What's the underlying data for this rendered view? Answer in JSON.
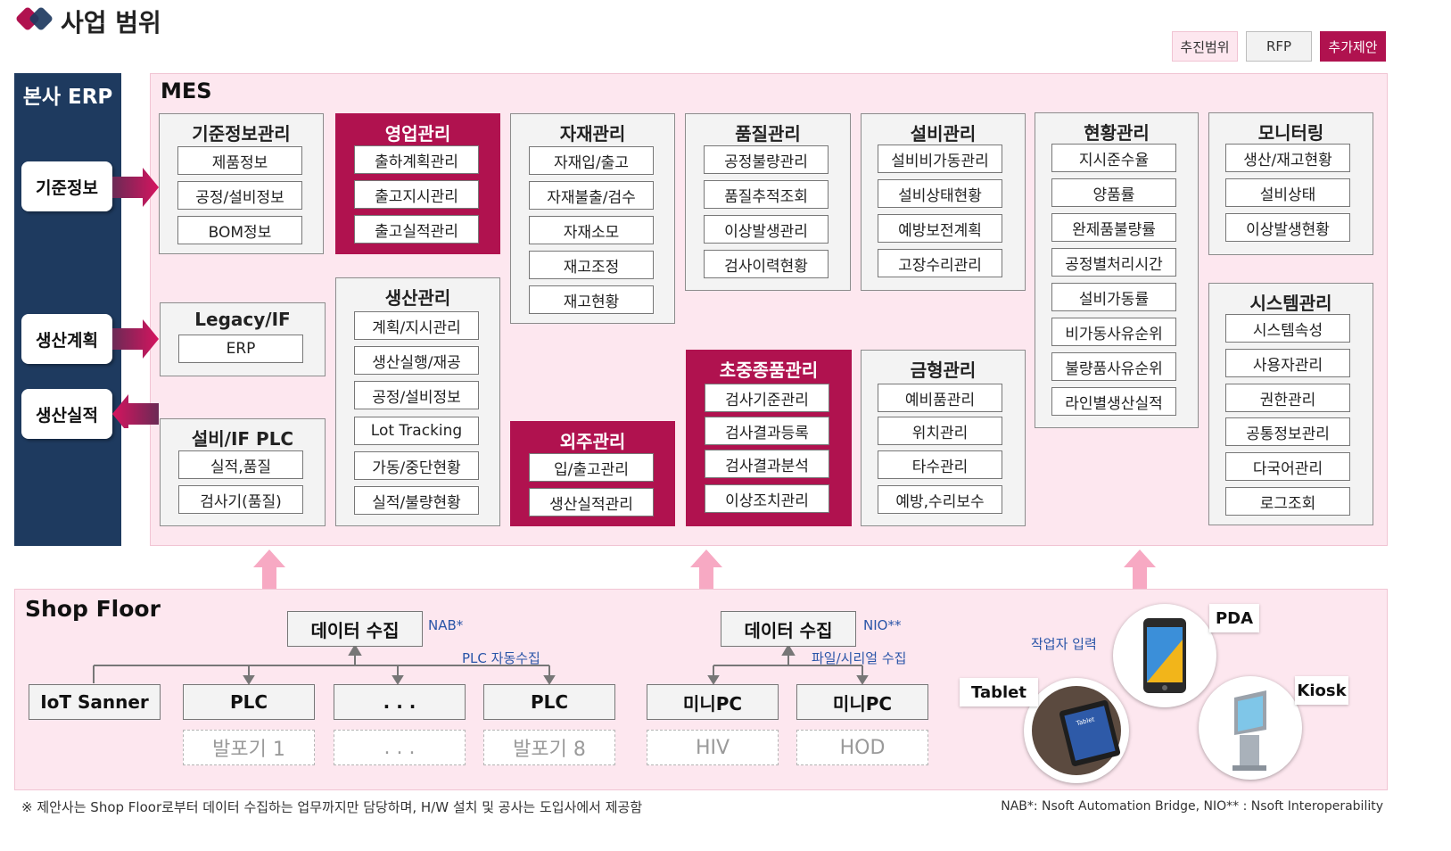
{
  "header": {
    "title": "사업 범위",
    "legend": [
      "추진범위",
      "RFP",
      "추가제안"
    ]
  },
  "colors": {
    "navy": "#1e3a5f",
    "magenta": "#b0124f",
    "pink_bg": "#fde7ef",
    "legend_scope": "#fde7ef",
    "legend_rfp": "#f2f2f2",
    "legend_extra": "#b0124f"
  },
  "erp": {
    "title": "본사 ERP",
    "items": [
      "기준정보",
      "생산계획",
      "생산실적"
    ]
  },
  "mes": {
    "title": "MES",
    "groups": {
      "basic": {
        "title": "기준정보관리",
        "items": [
          "제품정보",
          "공정/설비정보",
          "BOM정보"
        ]
      },
      "sales": {
        "title": "영업관리",
        "items": [
          "출하계획관리",
          "출고지시관리",
          "출고실적관리"
        ]
      },
      "material": {
        "title": "자재관리",
        "items": [
          "자재입/출고",
          "자재불출/검수",
          "자재소모",
          "재고조정",
          "재고현황"
        ]
      },
      "quality": {
        "title": "품질관리",
        "items": [
          "공정불량관리",
          "품질추적조회",
          "이상발생관리",
          "검사이력현황"
        ]
      },
      "equipment": {
        "title": "설비관리",
        "items": [
          "설비비가동관리",
          "설비상태현황",
          "예방보전계획",
          "고장수리관리"
        ]
      },
      "status": {
        "title": "현황관리",
        "items": [
          "지시준수율",
          "양품률",
          "완제품불량률",
          "공정별처리시간",
          "설비가동률",
          "비가동사유순위",
          "불량품사유순위",
          "라인별생산실적"
        ]
      },
      "monitoring": {
        "title": "모니터링",
        "items": [
          "생산/재고현황",
          "설비상태",
          "이상발생현황"
        ]
      },
      "legacy": {
        "title": "Legacy/IF",
        "items": [
          "ERP"
        ]
      },
      "production": {
        "title": "생산관리",
        "items": [
          "계획/지시관리",
          "생산실행/재공",
          "공정/설비정보",
          "Lot Tracking",
          "가동/중단현황",
          "실적/불량현황"
        ]
      },
      "outsourcing": {
        "title": "외주관리",
        "items": [
          "입/출고관리",
          "생산실적관리"
        ]
      },
      "heavy": {
        "title": "초중종품관리",
        "items": [
          "검사기준관리",
          "검사결과등록",
          "검사결과분석",
          "이상조치관리"
        ]
      },
      "mold": {
        "title": "금형관리",
        "items": [
          "예비품관리",
          "위치관리",
          "타수관리",
          "예방,수리보수"
        ]
      },
      "plcif": {
        "title": "설비/IF PLC",
        "items": [
          "실적,품질",
          "검사기(품질)"
        ]
      },
      "system": {
        "title": "시스템관리",
        "items": [
          "시스템속성",
          "사용자관리",
          "권한관리",
          "공통정보관리",
          "다국어관리",
          "로그조회"
        ]
      }
    }
  },
  "shop_floor": {
    "title": "Shop Floor",
    "collect1": {
      "label": "데이터 수집",
      "note": "NAB*",
      "sub_note": "PLC 자동수집"
    },
    "collect2": {
      "label": "데이터 수집",
      "note": "NIO**",
      "sub_note": "파일/시리얼 수집"
    },
    "devices": [
      "IoT Sanner",
      "PLC",
      ". . .",
      "PLC",
      "미니PC",
      "미니PC"
    ],
    "sub_devices": [
      "발포기 1",
      ". . .",
      "발포기 8",
      "HIV",
      "HOD"
    ],
    "worker_input": "작업자 입력",
    "terminals": [
      "PDA",
      "Tablet",
      "Kiosk"
    ],
    "tablet_screen": "Tablet"
  },
  "footer": {
    "left": "※ 제안사는 Shop Floor로부터 데이터 수집하는 업무까지만 담당하며, H/W 설치 및 공사는 도입사에서 제공함",
    "right": "NAB*: Nsoft Automation Bridge,  NIO** : Nsoft Interoperability"
  }
}
